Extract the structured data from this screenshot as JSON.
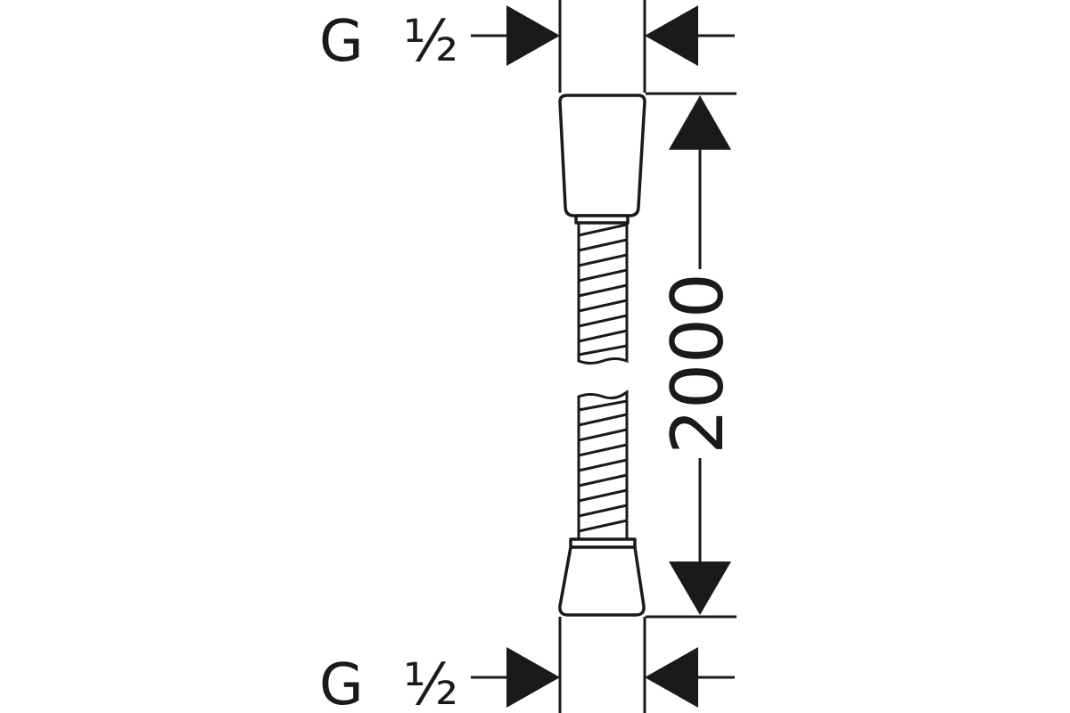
{
  "thread_top": {
    "letter": "G",
    "size": "½"
  },
  "thread_bottom": {
    "letter": "G",
    "size": "½"
  },
  "length_dimension": "2000"
}
